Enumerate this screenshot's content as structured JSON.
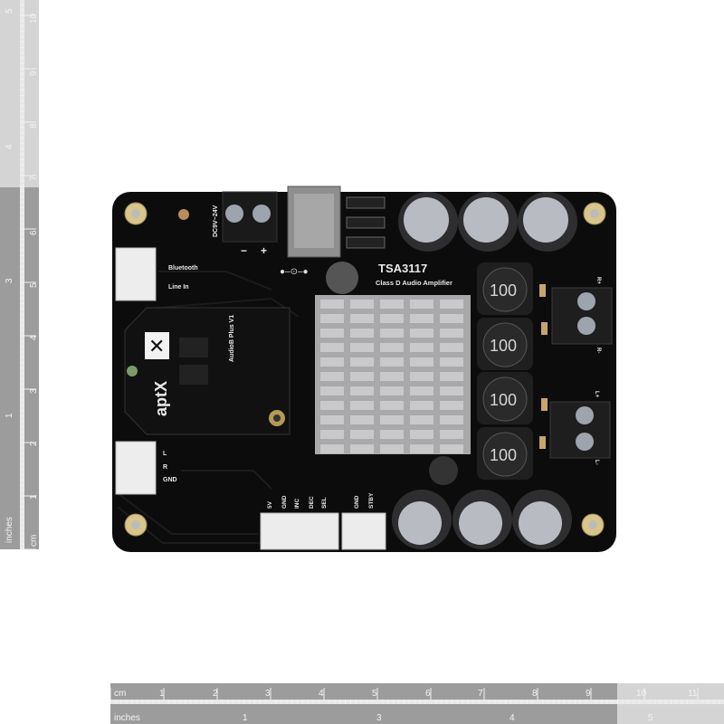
{
  "rulers": {
    "bottom": {
      "cm_unit": "cm",
      "cm_labels": [
        "1",
        "2",
        "3",
        "4",
        "5",
        "6",
        "7",
        "8",
        "9",
        "10",
        "11"
      ],
      "inch_unit": "inches",
      "inch_labels": [
        "1",
        "3",
        "4",
        "5"
      ]
    },
    "left": {
      "cm_unit": "cm",
      "cm_labels": [
        "1",
        "2",
        "3",
        "4",
        "5",
        "6",
        "7",
        "8",
        "9",
        "10"
      ],
      "inch_unit": "inches",
      "inch_labels": [
        "1",
        "3",
        "4",
        "5"
      ]
    }
  },
  "board": {
    "chip_title": "TSA3117",
    "chip_subtitle": "Class D Audio Amplifier",
    "power_label": "DC9V~24V",
    "power_minus": "−",
    "power_plus": "+",
    "input_labels": [
      "Bluetooth",
      "Line In"
    ],
    "line_labels": [
      "L",
      "R",
      "GND"
    ],
    "control_labels": [
      "5V",
      "GND",
      "INC",
      "DEC",
      "SEL",
      "GND",
      "STBY"
    ],
    "speaker_labels": [
      "R+",
      "R-",
      "L+",
      "L-"
    ],
    "inductor_label": "100",
    "module_logo": "aptX",
    "module_name": "AudioB Plus V1"
  },
  "colors": {
    "pcb": "#0c0c0c",
    "ruler_dark": "#9a9a9a",
    "ruler_light": "#d2d2d2",
    "heatsink": "#a9a9ab"
  }
}
